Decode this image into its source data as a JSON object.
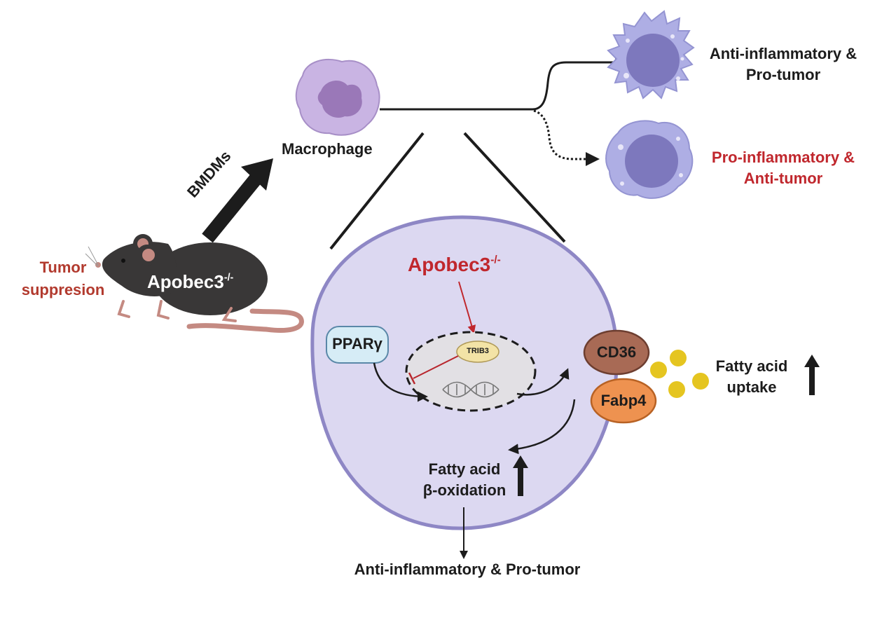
{
  "labels": {
    "macrophage": "Macrophage",
    "bmdms": "BMDMs",
    "tumor_suppression_line1": "Tumor",
    "tumor_suppression_line2": "suppresion",
    "mouse_genotype_base": "Apobec3",
    "mouse_genotype_sup": "-/-",
    "cell_genotype_base": "Apobec3",
    "cell_genotype_sup": "-/-",
    "outcome_top_line1": "Anti-inflammatory &",
    "outcome_top_line2": "Pro-tumor",
    "outcome_bottom_line1": "Pro-inflammatory &",
    "outcome_bottom_line2": "Anti-tumor",
    "ppar": "PPARγ",
    "trib3": "TRIB3",
    "cd36": "CD36",
    "fabp4": "Fabp4",
    "fa_uptake_line1": "Fatty acid",
    "fa_uptake_line2": "uptake",
    "fao_line1": "Fatty acid",
    "fao_line2": "β-oxidation",
    "final_outcome": "Anti-inflammatory & Pro-tumor"
  },
  "colors": {
    "text_dark": "#1c1c1c",
    "text_red": "#c0272d",
    "text_brick": "#b23a2e",
    "cell_fill": "#dcd8f1",
    "cell_border": "#8e87c5",
    "macrophage_fill": "#c9b4e3",
    "macrophage_nucleus": "#9a78b8",
    "polarized_fill": "#aeaee4",
    "polarized_nucleus": "#7d78bd",
    "ppar_fill": "#d6ecf6",
    "ppar_border": "#5a88a8",
    "trib3_fill": "#f3e3a6",
    "cd36_fill": "#a86a55",
    "fabp4_fill": "#ee9250",
    "fatty_acid_dot": "#e5c520",
    "mouse_body": "#393737",
    "mouse_pink": "#c48a82",
    "inhibit_red": "#b8262d"
  },
  "icons": {
    "macrophage": "macrophage-cell-icon",
    "m2": "anti-inflammatory-macrophage-icon",
    "m1": "pro-inflammatory-macrophage-icon",
    "mouse": "mouse-icon",
    "dna": "dna-helix-icon",
    "fatty_acids": "fatty-acid-dots-icon"
  }
}
